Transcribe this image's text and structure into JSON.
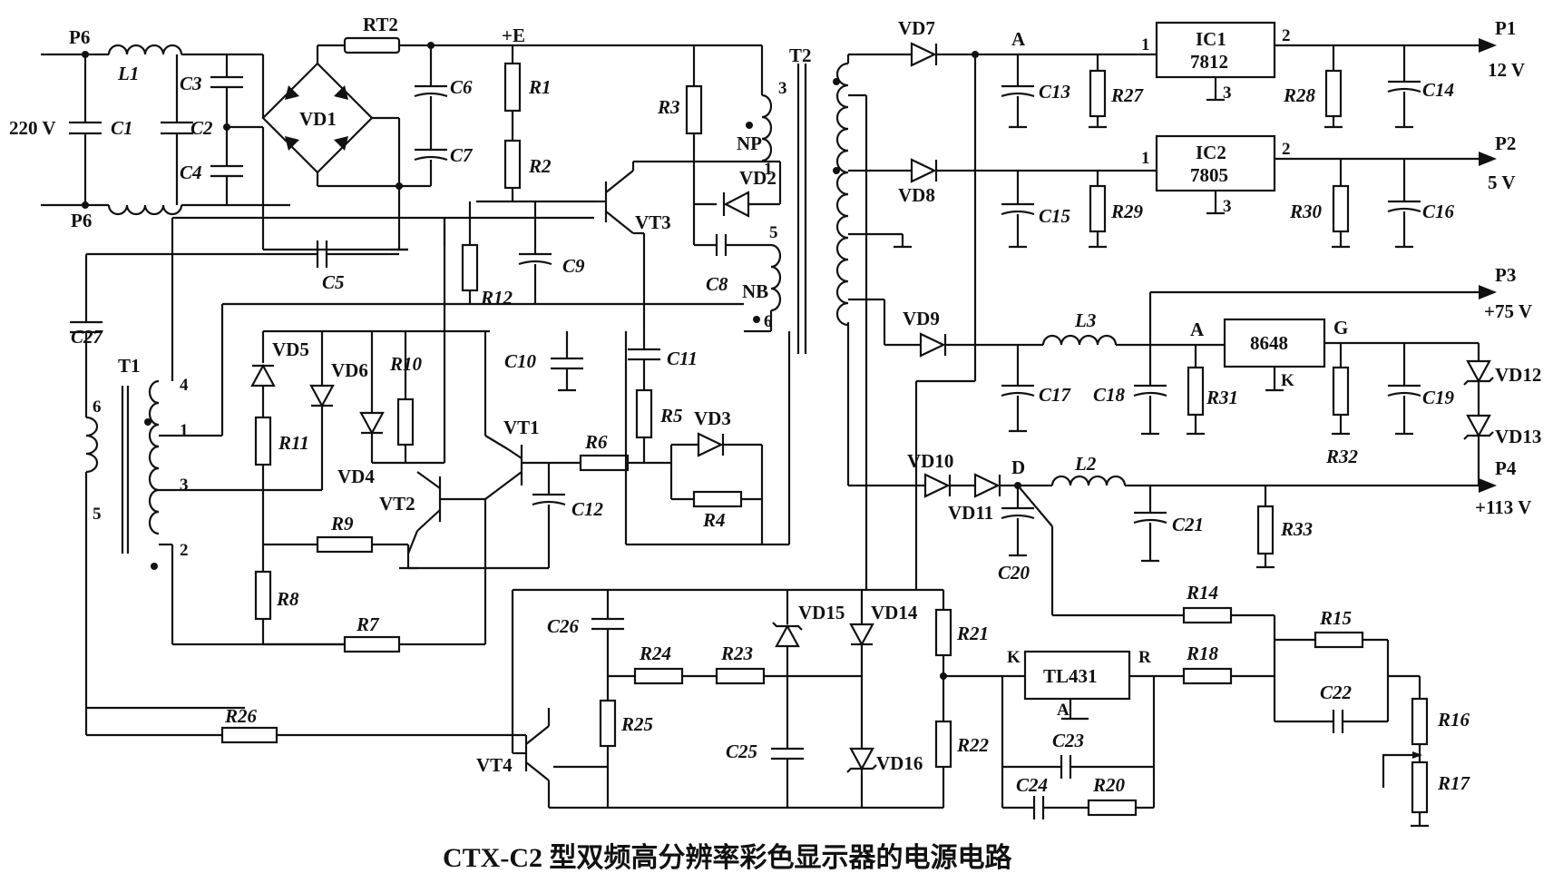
{
  "caption": "CTX-C2 型双频高分辨率彩色显示器的电源电路",
  "inputs": {
    "p6_top": "P6",
    "p6_bottom": "P6",
    "mains": "220 V"
  },
  "outputs": [
    {
      "id": "P1",
      "voltage": "12 V"
    },
    {
      "id": "P2",
      "voltage": "5 V"
    },
    {
      "id": "P3",
      "voltage": "+75 V"
    },
    {
      "id": "P4",
      "voltage": "+113 V"
    }
  ],
  "supply_node": "+E",
  "ics": {
    "ic1": {
      "name": "IC1",
      "part": "7812",
      "pins": [
        "1",
        "2",
        "3"
      ]
    },
    "ic2": {
      "name": "IC2",
      "part": "7805",
      "pins": [
        "1",
        "2",
        "3"
      ]
    },
    "ic3": {
      "part": "8648",
      "pins": [
        "A",
        "G",
        "K"
      ]
    },
    "ref": {
      "part": "TL431",
      "pins": [
        "K",
        "A",
        "R"
      ]
    }
  },
  "transformers": {
    "t1": {
      "name": "T1",
      "pins": [
        "1",
        "2",
        "3",
        "4",
        "5",
        "6"
      ]
    },
    "t2": {
      "name": "T2",
      "windings": [
        "NP",
        "NB"
      ],
      "pins": [
        "1",
        "3",
        "5",
        "6"
      ]
    }
  },
  "nodes": {
    "A1": "A",
    "A2": "A",
    "D": "D",
    "G": "G"
  },
  "labels": {
    "L1": "L1",
    "L2": "L2",
    "L3": "L3",
    "RT2": "RT2",
    "C1": "C1",
    "C2": "C2",
    "C3": "C3",
    "C4": "C4",
    "C5": "C5",
    "C6": "C6",
    "C7": "C7",
    "C8": "C8",
    "C9": "C9",
    "C10": "C10",
    "C11": "C11",
    "C12": "C12",
    "C13": "C13",
    "C14": "C14",
    "C15": "C15",
    "C16": "C16",
    "C17": "C17",
    "C18": "C18",
    "C19": "C19",
    "C20": "C20",
    "C21": "C21",
    "C22": "C22",
    "C23": "C23",
    "C24": "C24",
    "C25": "C25",
    "C26": "C26",
    "C27": "C27",
    "R1": "R1",
    "R2": "R2",
    "R3": "R3",
    "R4": "R4",
    "R5": "R5",
    "R6": "R6",
    "R7": "R7",
    "R8": "R8",
    "R9": "R9",
    "R10": "R10",
    "R11": "R11",
    "R12": "R12",
    "R14": "R14",
    "R15": "R15",
    "R16": "R16",
    "R17": "R17",
    "R18": "R18",
    "R20": "R20",
    "R21": "R21",
    "R22": "R22",
    "R23": "R23",
    "R24": "R24",
    "R25": "R25",
    "R26": "R26",
    "R27": "R27",
    "R28": "R28",
    "R29": "R29",
    "R30": "R30",
    "R31": "R31",
    "R32": "R32",
    "R33": "R33",
    "VD1": "VD1",
    "VD2": "VD2",
    "VD3": "VD3",
    "VD4": "VD4",
    "VD5": "VD5",
    "VD6": "VD6",
    "VD7": "VD7",
    "VD8": "VD8",
    "VD9": "VD9",
    "VD10": "VD10",
    "VD11": "VD11",
    "VD12": "VD12",
    "VD13": "VD13",
    "VD14": "VD14",
    "VD15": "VD15",
    "VD16": "VD16",
    "VT1": "VT1",
    "VT2": "VT2",
    "VT3": "VT3",
    "VT4": "VT4"
  }
}
